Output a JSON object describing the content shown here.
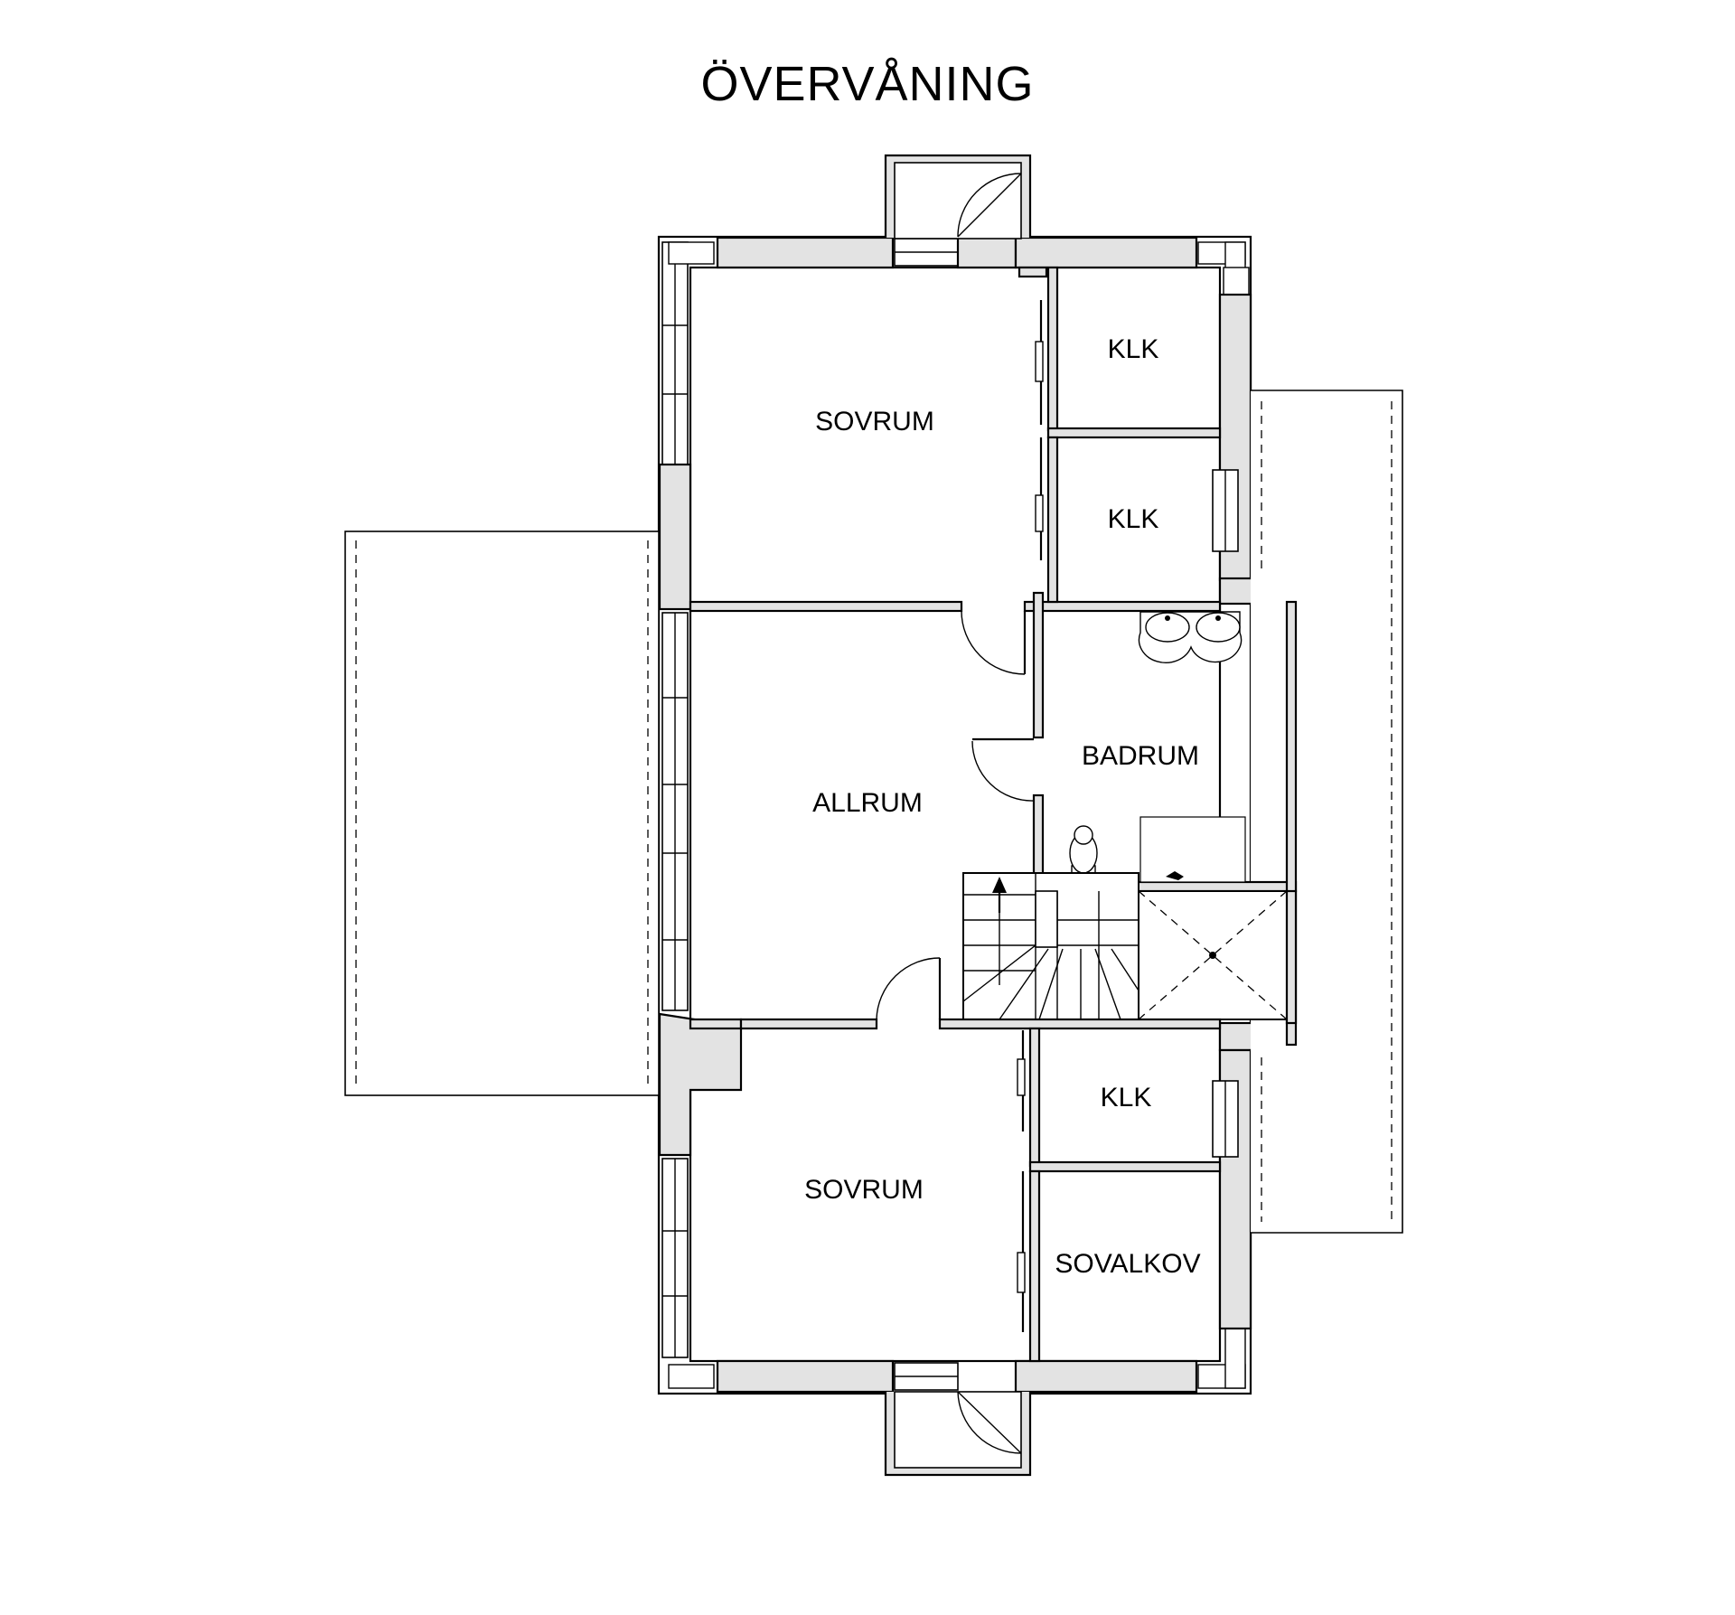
{
  "title": "ÖVERVÅNING",
  "rooms": [
    {
      "id": "sovrum-north",
      "label": "SOVRUM"
    },
    {
      "id": "klk-1",
      "label": "KLK"
    },
    {
      "id": "klk-2",
      "label": "KLK"
    },
    {
      "id": "allrum",
      "label": "ALLRUM"
    },
    {
      "id": "badrum",
      "label": "BADRUM"
    },
    {
      "id": "klk-3",
      "label": "KLK"
    },
    {
      "id": "sovrum-south",
      "label": "SOVRUM"
    },
    {
      "id": "sovalkov",
      "label": "SOVALKOV"
    }
  ],
  "colors": {
    "wall_fill": "#e3e3e3",
    "line": "#000000",
    "background": "#ffffff"
  }
}
